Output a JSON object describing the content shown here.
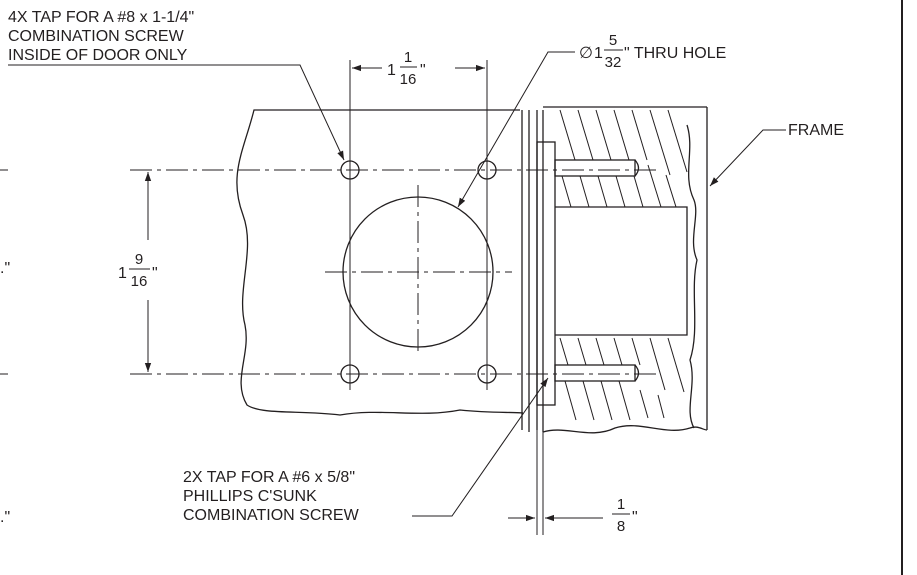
{
  "annotations": {
    "tap_top": {
      "line1": "4X TAP FOR A #8 x 1-1/4\"",
      "line2": "COMBINATION SCREW",
      "line3": "INSIDE OF DOOR ONLY"
    },
    "width_dim": {
      "whole": "1",
      "num": "1",
      "den": "16",
      "inch": "\""
    },
    "thru_hole": {
      "symbol": "∅",
      "whole": "1",
      "num": "5",
      "den": "32",
      "text": "\" THRU HOLE"
    },
    "frame": "FRAME",
    "height_dim": {
      "whole": "1",
      "num": "9",
      "den": "16",
      "inch": "\""
    },
    "tap_bottom": {
      "line1": "2X TAP FOR A #6 x 5/8\"",
      "line2": "PHILLIPS C'SUNK",
      "line3": "COMBINATION SCREW"
    },
    "gap_dim": {
      "num": "1",
      "den": "8",
      "inch": "\""
    },
    "left_edge_1": ".\"",
    "left_edge_2": ".\""
  }
}
